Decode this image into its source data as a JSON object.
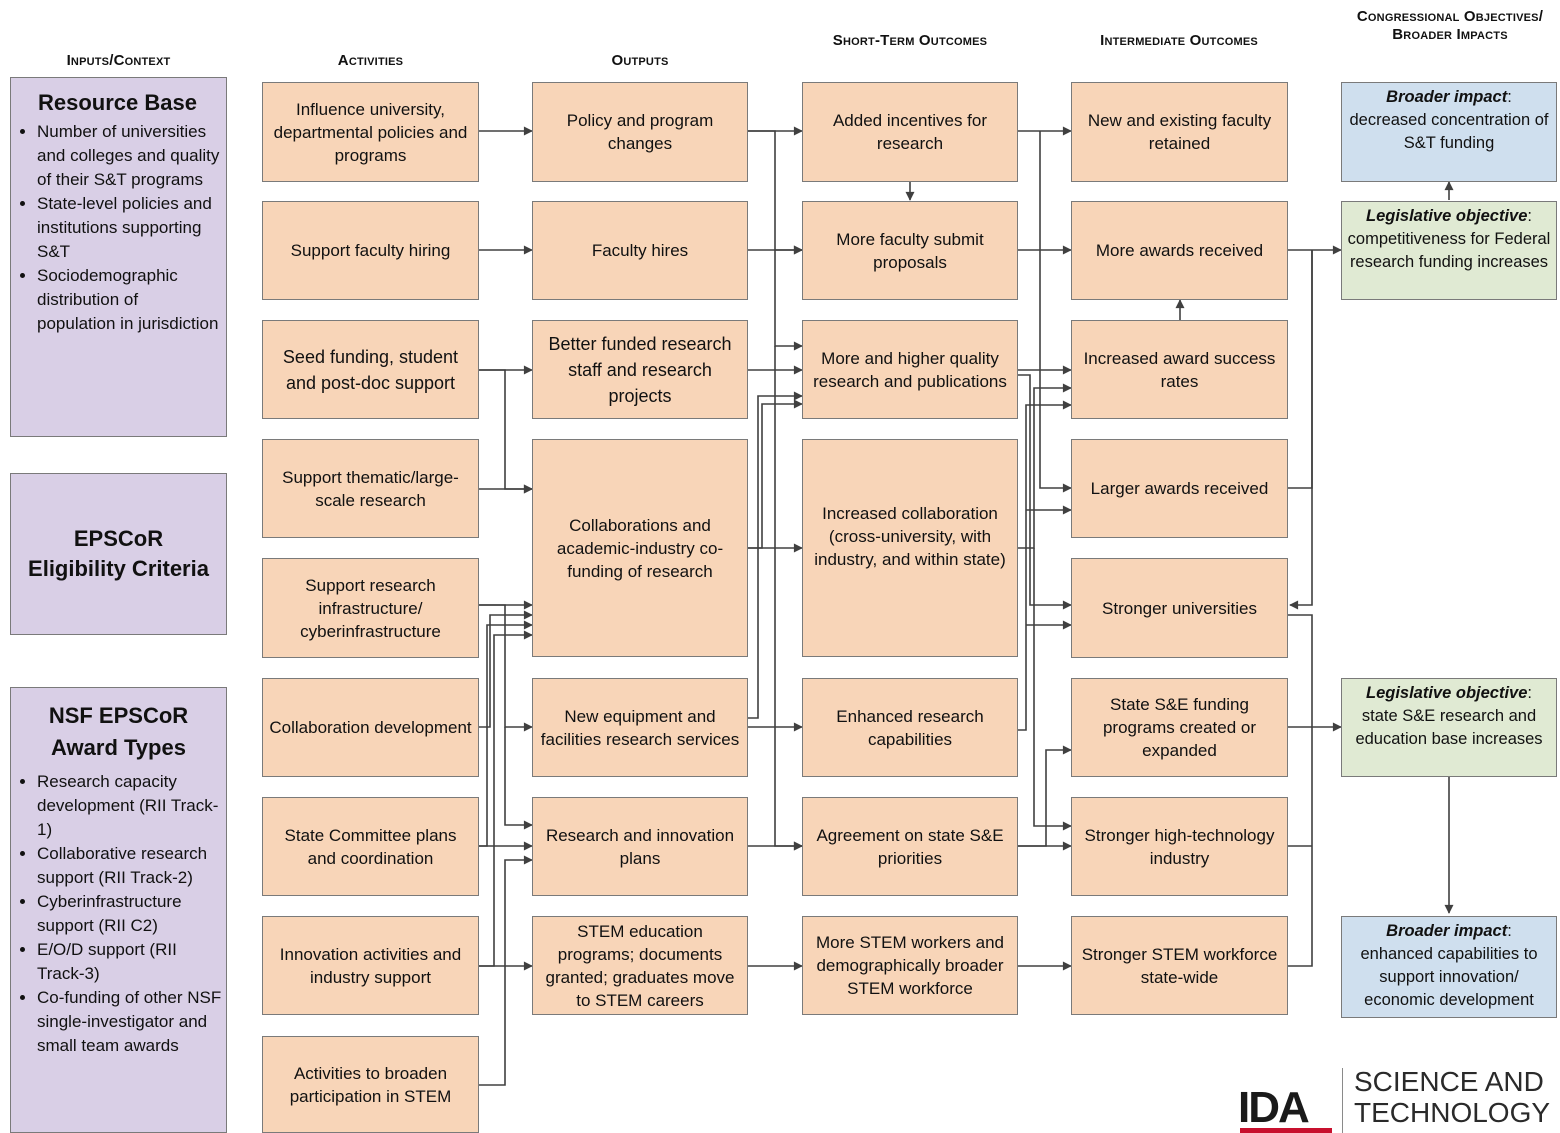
{
  "headers": {
    "inputs": "Inputs/Context",
    "activities": "Activities",
    "outputs": "Outputs",
    "short_term": "Short-Term Outcomes",
    "intermediate": "Intermediate Outcomes",
    "congressional": "Congressional Objectives/ Broader Impacts"
  },
  "context": {
    "resource": {
      "title": "Resource Base",
      "items": [
        "Number of universities and colleges and quality of their S&T programs",
        "State-level policies and institutions supporting S&T",
        "Sociodemographic distribution of population in jurisdiction"
      ]
    },
    "eligibility": {
      "title": "EPSCoR Eligibility Criteria"
    },
    "award": {
      "title": "NSF EPSCoR Award Types",
      "items": [
        "Research capacity development (RII Track-1)",
        "Collaborative research support (RII Track-2)",
        "Cyberinfrastructure support (RII C2)",
        "E/O/D support (RII Track-3)",
        "Co-funding of other NSF single-investigator and small team awards"
      ]
    }
  },
  "activities": [
    "Influence university, departmental policies and programs",
    "Support faculty hiring",
    "Seed funding, student and post-doc support",
    "Support thematic/large-scale research",
    "Support research infrastructure/ cyberinfrastructure",
    "Collaboration development",
    "State Committee plans and coordination",
    "Innovation activities and industry support",
    "Activities to broaden participation in STEM"
  ],
  "outputs": [
    "Policy and program changes",
    "Faculty hires",
    "Better funded research staff and research projects",
    "Collaborations and academic-industry co-funding of research",
    "New equipment and facilities research services",
    "Research and innovation plans",
    "STEM education programs; documents granted; graduates move to STEM careers"
  ],
  "short_term": [
    "Added incentives for research",
    "More faculty submit proposals",
    "More and higher quality research and publications",
    "Increased collaboration (cross-university, with industry, and within state)",
    "Enhanced research capabilities",
    "Agreement on state S&E priorities",
    "More STEM workers and demographically broader STEM workforce"
  ],
  "intermediate": [
    "New and existing faculty retained",
    "More awards received",
    "Increased award success rates",
    "Larger awards received",
    "Stronger universities",
    "State S&E funding programs created or expanded",
    "Stronger high-technology industry",
    "Stronger STEM workforce state-wide"
  ],
  "impacts": {
    "b1_label": "Broader impact",
    "b1_text": "decreased concentration of S&T funding",
    "l1_label": "Legislative objective",
    "l1_text": "competitiveness for Federal research funding increases",
    "l2_label": "Legislative objective",
    "l2_text": "state S&E research and education base increases",
    "b2_label": "Broader impact",
    "b2_text": "enhanced capabilities to support innovation/ economic development",
    "colon": ":"
  },
  "logo": {
    "mark": "IDA",
    "line1": "SCIENCE AND",
    "line2": "TECHNOLOGY"
  },
  "colors": {
    "box_fill": "#f8d5b8",
    "context_fill": "#d9cfe6",
    "broader_fill": "#cfdfee",
    "legislative_fill": "#e0ead3",
    "arrow": "#404040",
    "logo_red": "#c8102e"
  }
}
